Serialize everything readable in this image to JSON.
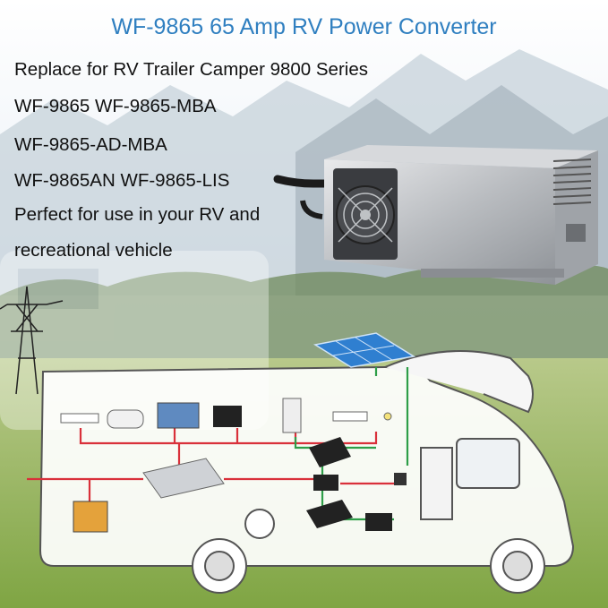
{
  "title": "WF-9865 65 Amp RV Power Converter",
  "lines": [
    "Replace for RV Trailer Camper 9800 Series",
    "WF-9865  WF-9865-MBA",
    "WF-9865-AD-MBA",
    "WF-9865AN  WF-9865-LIS",
    "Perfect for use in your RV and",
    "recreational vehicle"
  ],
  "colors": {
    "title": "#2f7fc0",
    "wire_red": "#d9303a",
    "wire_green": "#2e9e48",
    "sky": "#dfe9f2",
    "grass": "#8bb04c"
  },
  "icons": [
    "power-converter-image",
    "solar-panel-icon",
    "power-pylon-icon",
    "rv-diagram",
    "generator-icon",
    "battery-icon",
    "inverter-icon"
  ]
}
